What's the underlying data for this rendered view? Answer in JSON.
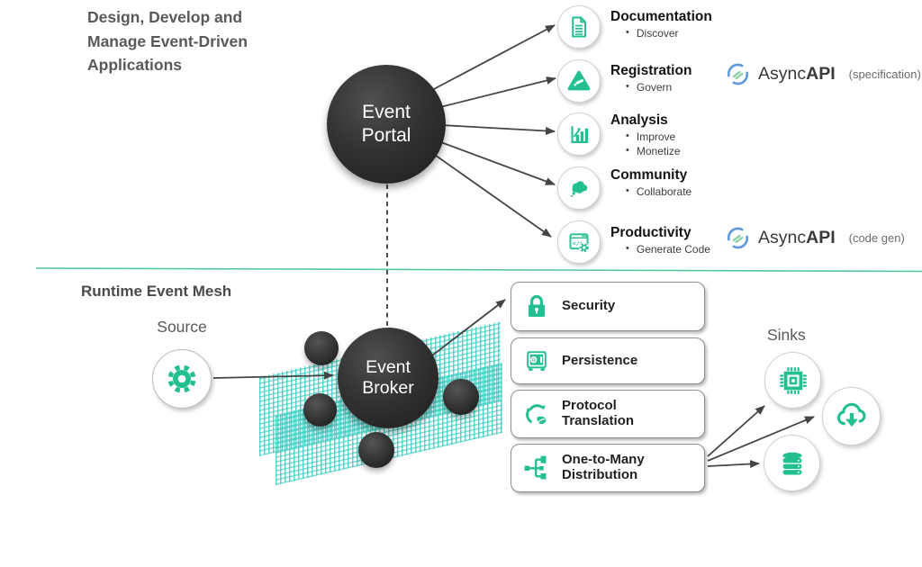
{
  "ui": {
    "bullet": "•"
  },
  "header": {
    "title": "Design, Develop and Manage Event-Driven Applications"
  },
  "portal": {
    "label": "Event Portal"
  },
  "features": [
    {
      "title": "Documentation",
      "bullets": [
        "Discover"
      ]
    },
    {
      "title": "Registration",
      "bullets": [
        "Govern"
      ]
    },
    {
      "title": "Analysis",
      "bullets": [
        "Improve",
        "Monetize"
      ]
    },
    {
      "title": "Community",
      "bullets": [
        "Collaborate"
      ]
    },
    {
      "title": "Productivity",
      "bullets": [
        "Generate Code"
      ]
    }
  ],
  "asyncapi": {
    "spec": {
      "name": "Async",
      "name_bold": "API",
      "note": "(specification)"
    },
    "codegen": {
      "name": "Async",
      "name_bold": "API",
      "note": "(code gen)"
    }
  },
  "runtime": {
    "heading": "Runtime Event Mesh",
    "source_label": "Source",
    "broker_label": "Event Broker",
    "sinks_label": "Sinks",
    "capabilities": [
      {
        "title": "Security"
      },
      {
        "title": "Persistence"
      },
      {
        "title": "Protocol Translation"
      },
      {
        "title": "One-to-Many Distribution"
      }
    ]
  },
  "colors": {
    "accent_green": "#22bf91",
    "mesh_teal": "#40cec4",
    "divider_teal": "#55c5a9",
    "node_dark": "#2b2b2b",
    "arrow_gray": "#454545",
    "asyncapi_blue": "#5f9bdc",
    "asyncapi_green": "#8fd0a5"
  }
}
